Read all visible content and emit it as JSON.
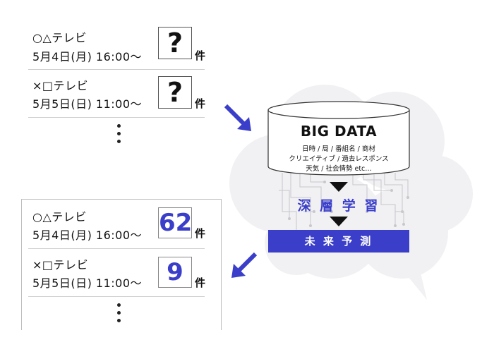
{
  "input_list": {
    "items": [
      {
        "channel": "○△テレビ",
        "datetime": "5月4日(月) 16:00〜",
        "value": "?",
        "unit": "件"
      },
      {
        "channel": "×□テレビ",
        "datetime": "5月5日(日) 11:00〜",
        "value": "?",
        "unit": "件"
      }
    ]
  },
  "output_list": {
    "items": [
      {
        "channel": "○△テレビ",
        "datetime": "5月4日(月) 16:00〜",
        "value": "62",
        "unit": "件"
      },
      {
        "channel": "×□テレビ",
        "datetime": "5月5日(日) 11:00〜",
        "value": "9",
        "unit": "件"
      }
    ]
  },
  "database": {
    "title": "BIG DATA",
    "lines": [
      "日時 / 局 / 番組名 / 商材",
      "クリエイティブ / 過去レスポンス",
      "天気 / 社会情勢   etc…"
    ]
  },
  "process": {
    "deep_learning": "深 層 学 習",
    "prediction": "未 来 予 測"
  },
  "colors": {
    "accent": "#3a3ec9",
    "cloud": "#f1f1f3",
    "circuit": "#c8c8cc"
  }
}
